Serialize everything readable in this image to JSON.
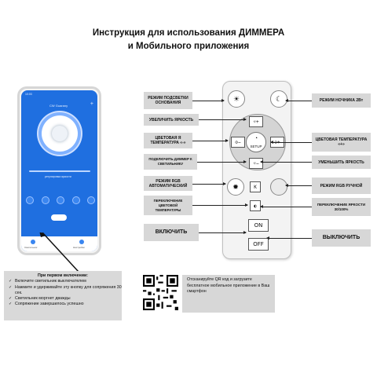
{
  "title": {
    "line1": "Инструкция для использования ДИММЕРА",
    "line2": "и Мобильного приложения"
  },
  "phone": {
    "app_title": "CW Guarany",
    "time": "10:03",
    "slider_label": "регулировка яркости",
    "bottom_left": "Светильник",
    "bottom_right": "Настройки"
  },
  "note": {
    "head": "При первом включении:",
    "items": [
      "Включите светильник выключателем",
      "Нажмите и удерживайте эту кнопку для сопряжения 30 сек.",
      "Светильник моргнет дважды",
      "Сопряжение завершилось успешно"
    ]
  },
  "left_labels": {
    "night_mode": "РЕЖИМ ПОДСВЕТКИ ОСНОВАНИЯ",
    "brighter": "УВЕЛИЧИТЬ ЯРКОСТЬ",
    "color_temp_left": "ЦВЕТОВАЯ Я ТЕМПЕРАТУРА «-»",
    "connect": "ПОДКЛЮЧИТЬ ДИММЕР К СВЕТИЛЬНИКУ",
    "rgb_auto": "РЕЖИМ RGB АВТОМАТИЧЕСКИЙ",
    "switch_temp": "ПЕРЕКЛЮЧЕНИЕ ЦВЕТОВОЙ ТЕМПЕРАТУРЫ",
    "turn_on": "ВКЛЮЧИТЬ"
  },
  "right_labels": {
    "night_lamp": "РЕЖИМ НОЧНИКА 2Вт",
    "color_temp_right": "ЦВЕТОВАЯ ТЕМПЕРАТУРА «+»",
    "dimmer": "УМЕНЬШИТЬ ЯРКОСТЬ",
    "rgb_manual": "РЕЖИМ RGB РУЧНОЙ",
    "switch_bright": "ПЕРЕКЛЮЧЕНИЕ ЯРКОСТИ 30/100%",
    "turn_off": "ВЫКЛЮЧИТЬ"
  },
  "remote": {
    "setup": "SETUP",
    "on": "ON",
    "off": "OFF",
    "k": "K"
  },
  "qr_text": "Отсканируйте QR код и загрузите бесплатное мобильное приложение в Ваш смартфон",
  "colors": {
    "label_bg": "#d7d7d7",
    "app_blue": "#1f6fe0",
    "remote_bg": "#f3f3f3"
  },
  "icons": [
    "sun-icon",
    "moon-icon",
    "wifi-icon",
    "power-icon"
  ]
}
